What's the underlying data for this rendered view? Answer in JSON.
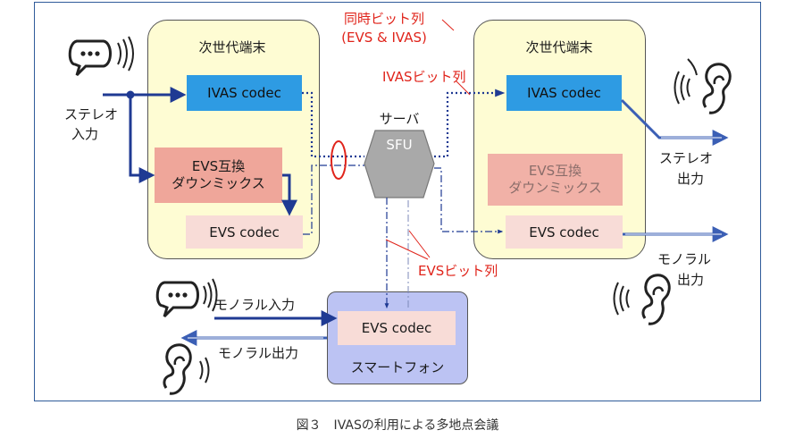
{
  "terminal_left": {
    "title": "次世代端末",
    "ivas": "IVAS codec",
    "downmix_line1": "EVS互換",
    "downmix_line2": "ダウンミックス",
    "evs": "EVS codec"
  },
  "terminal_right": {
    "title": "次世代端末",
    "ivas": "IVAS codec",
    "downmix_line1": "EVS互換",
    "downmix_line2": "ダウンミックス",
    "evs": "EVS codec"
  },
  "server": {
    "label": "サーバ",
    "sfu": "SFU"
  },
  "smartphone": {
    "evs": "EVS codec",
    "label": "スマートフォン"
  },
  "labels": {
    "stereo_in_1": "ステレオ",
    "stereo_in_2": "入力",
    "stereo_out_1": "ステレオ",
    "stereo_out_2": "出力",
    "mono_out_right_1": "モノラル",
    "mono_out_right_2": "出力",
    "mono_in": "モノラル入力",
    "mono_out_left": "モノラル出力",
    "simul_1": "同時ビット列",
    "simul_2": "(EVS & IVAS)",
    "ivas_stream": "IVASビット列",
    "evs_stream": "EVSビット列"
  },
  "caption": "図３　IVASの利用による多地点会議",
  "colors": {
    "frame": "#2f5b9a",
    "terminal_bg": "#fefcd3",
    "ivas_box": "#2e9be3",
    "evs_box": "#f8dcd7",
    "downmix_box": "#efa69a",
    "smartphone_bg": "#bcc3f3",
    "arrow": "#1f3a93",
    "accent_red": "#e0241b"
  },
  "icons": [
    "speech-bubble-icon",
    "ear-icon"
  ]
}
